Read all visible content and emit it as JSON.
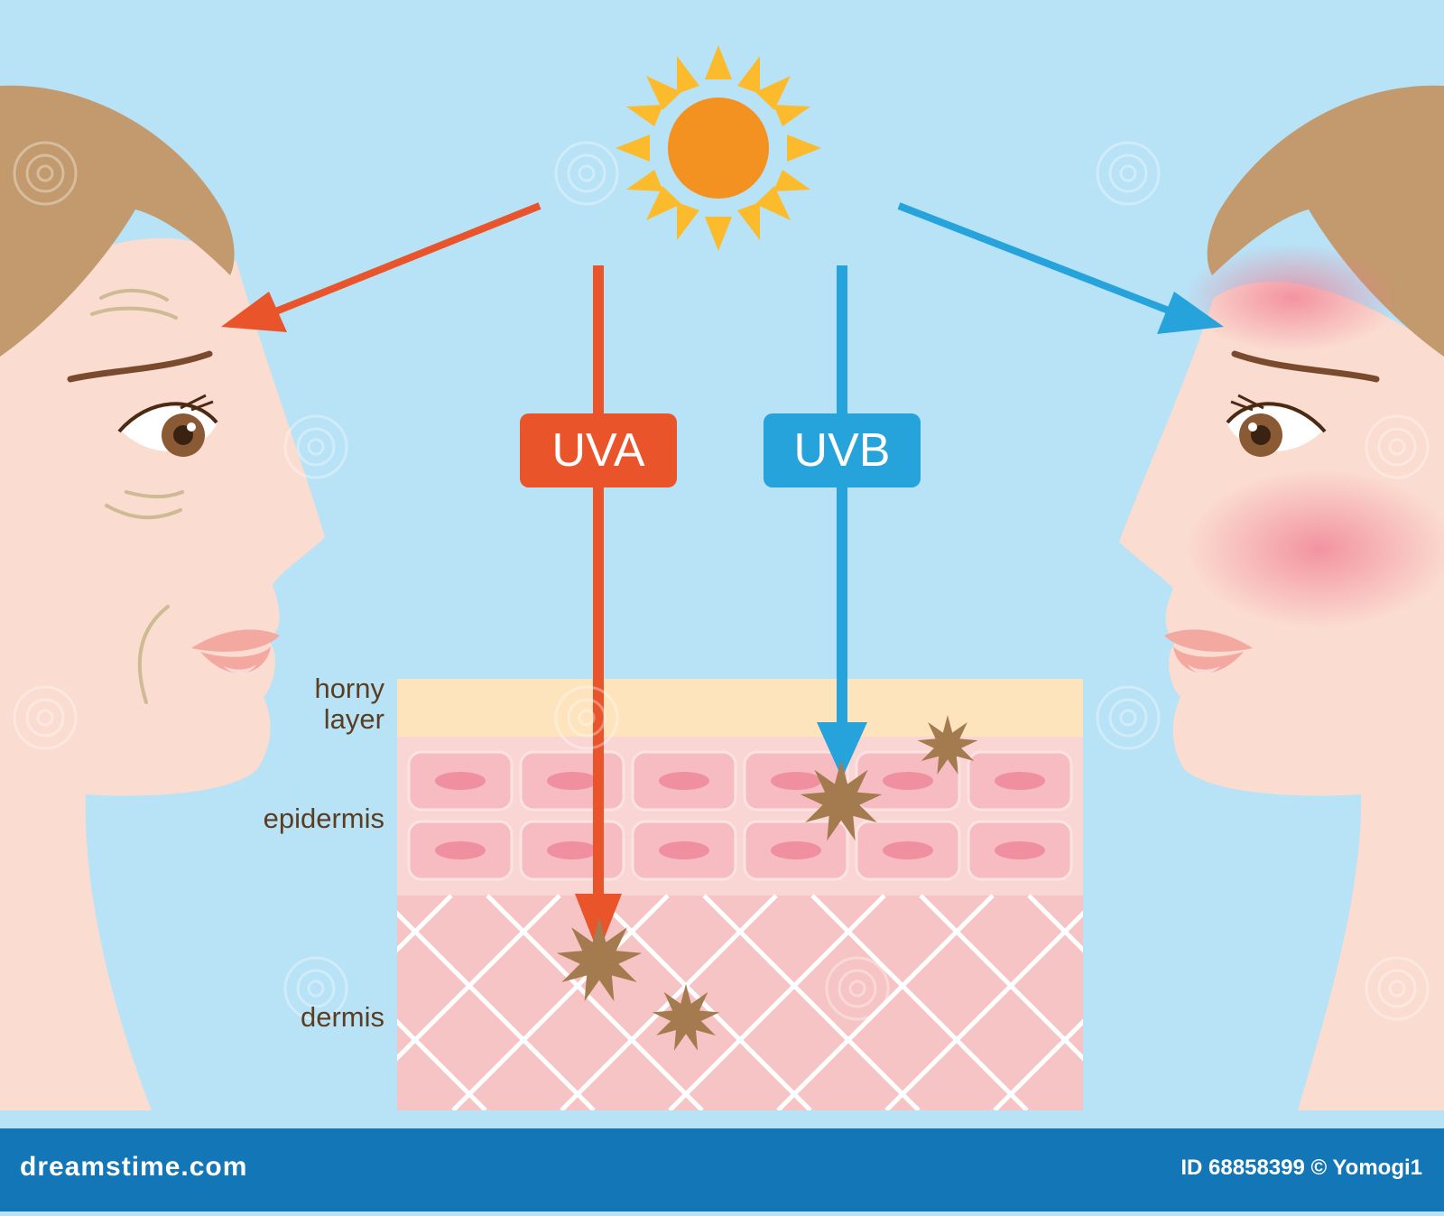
{
  "rays": {
    "uva": {
      "label": "UVA",
      "color": "#e9542b"
    },
    "uvb": {
      "label": "UVB",
      "color": "#27a3dc"
    }
  },
  "layers": {
    "horny": "horny\nlayer",
    "epidermis": "epidermis",
    "dermis": "dermis"
  },
  "colors": {
    "sky": "#b8e2f6",
    "sun": "#f39221",
    "sun_rays": "#fbbb2c",
    "skin": "#fbdcd0",
    "hair": "#c29a6d",
    "horny_layer": "#fde4bd",
    "epidermis": "#f9d6d4",
    "dermis": "#f6c4c4",
    "damage": "#a47a4f",
    "footer": "#1276b7"
  },
  "footer": {
    "brand": "dreamstime.com",
    "credit": "ID 68858399 © Yomogi1"
  }
}
